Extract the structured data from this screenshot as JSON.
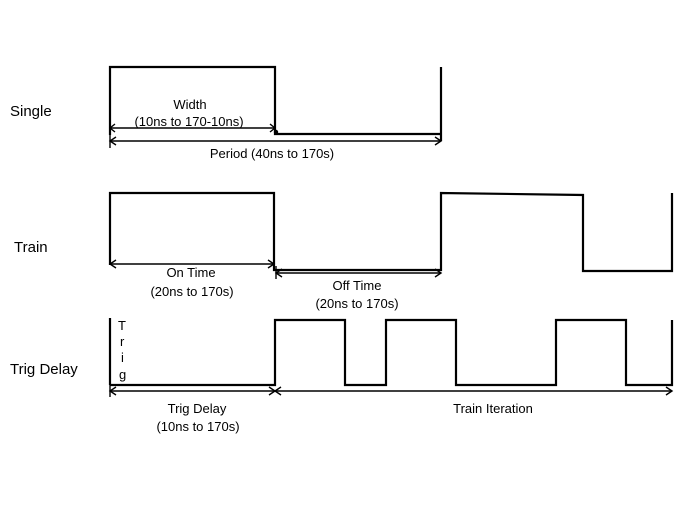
{
  "rows": {
    "single": "Single",
    "train": "Train",
    "trig_delay": "Trig Delay"
  },
  "annotations": {
    "width_title": "Width",
    "width_range": "(10ns to 170-10ns)",
    "period": "Period (40ns to 170s)",
    "on_time_title": "On Time",
    "on_time_range": "(20ns to 170s)",
    "off_time_title": "Off Time",
    "off_time_range": "(20ns to 170s)",
    "trig_delay_title": "Trig Delay",
    "trig_delay_range": "(10ns to 170s)",
    "train_iteration": "Train Iteration"
  },
  "trig_letters": [
    "T",
    "r",
    "i",
    "g"
  ]
}
